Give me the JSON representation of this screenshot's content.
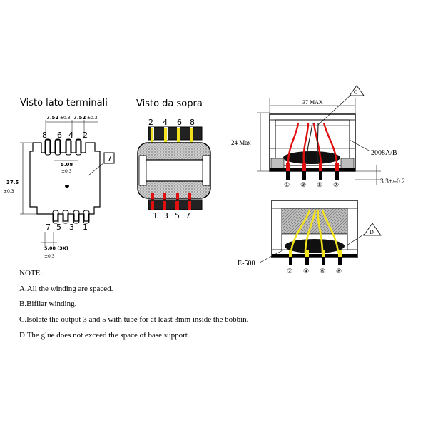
{
  "views": {
    "terminal_side_title": "Visto lato terminali",
    "top_view_title": "Visto da sopra"
  },
  "terminal_view": {
    "dim_top_left": "7.52",
    "dim_top_left_tol": "±0.3",
    "dim_top_right": "7.52",
    "dim_top_right_tol": "±0.3",
    "dim_pitch": "5.08",
    "dim_pitch_tol": "±0.3",
    "dim_height": "37.5",
    "dim_height_tol": "±0.3",
    "dim_bottom": "5.08 (3X)",
    "dim_bottom_tol": "±0.3",
    "pins_top": [
      "8",
      "6",
      "4",
      "2"
    ],
    "pins_bottom": [
      "7",
      "5",
      "3",
      "1"
    ],
    "callout": "7"
  },
  "top_view": {
    "pins_top": [
      "2",
      "4",
      "6",
      "8"
    ],
    "pins_bottom": [
      "1",
      "3",
      "5",
      "7"
    ]
  },
  "side_view": {
    "width_dim": "37 MAX",
    "height_dim": "24 Max",
    "part_label": "2008A/B",
    "callout": "C",
    "base_dim": "3.3+/-0.2",
    "pins": [
      "①",
      "③",
      "⑤",
      "⑦"
    ]
  },
  "bottom_side_view": {
    "callout": "D",
    "part_label": "E-500",
    "pins": [
      "②",
      "④",
      "⑥",
      "⑧"
    ]
  },
  "notes": {
    "heading": "NOTE:",
    "a": "A.All the winding are spaced.",
    "b": "B.Bifilar winding.",
    "c": "C.Isolate the output 3 and 5 with tube for at least 3mm inside the bobbin.",
    "d": "D.The glue does not exceed the space of base support."
  },
  "colors": {
    "wire_yellow": "#f2e21b",
    "wire_red": "#e01010",
    "core_gray": "#a8a8a8",
    "winding_black": "#101010"
  }
}
